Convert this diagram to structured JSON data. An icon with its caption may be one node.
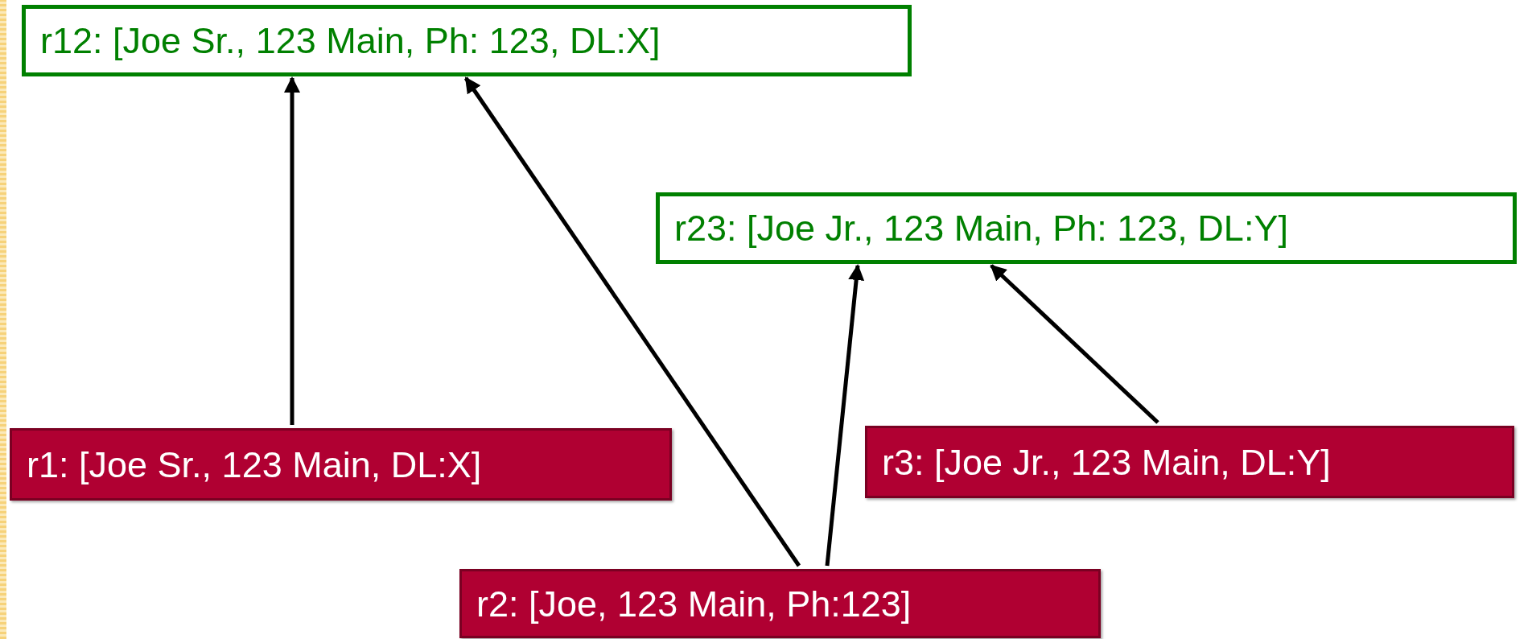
{
  "diagram": {
    "nodes": [
      {
        "text": [
          "r12: [Joe Sr., 123 Main, Ph: 123, DL:X]"
        ]
      },
      {
        "text": [
          "r23: [Joe Jr., 123 Main, Ph: 123, DL:Y]"
        ]
      },
      {
        "text": [
          "r1: [Joe Sr., 123 Main, DL:X]"
        ]
      },
      {
        "text": [
          "r3: [Joe Jr., 123 Main, DL:Y]"
        ]
      },
      {
        "text": [
          "r2: [Joe, 123 Main, Ph:123]"
        ]
      }
    ],
    "edges": [
      {
        "from": 2,
        "to": 0,
        "arrow": "to"
      },
      {
        "from": 4,
        "to": 0,
        "arrow": "to"
      },
      {
        "from": 4,
        "to": 1,
        "arrow": "to"
      },
      {
        "from": 3,
        "to": 1,
        "arrow": "to"
      }
    ]
  }
}
